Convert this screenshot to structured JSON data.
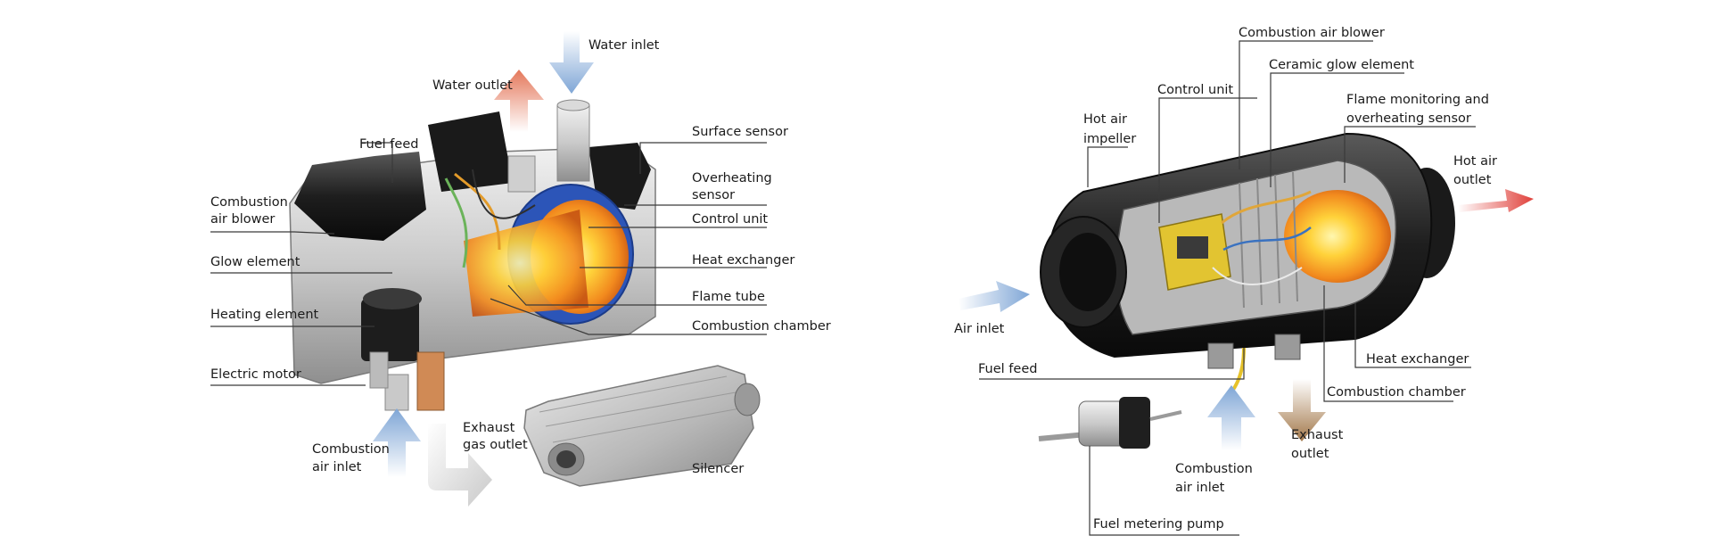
{
  "left_diagram": {
    "labels": {
      "water_inlet": "Water inlet",
      "water_outlet": "Water outlet",
      "fuel_feed": "Fuel feed",
      "surface_sensor": "Surface sensor",
      "overheating_sensor_1": "Overheating",
      "overheating_sensor_2": "sensor",
      "combustion_air_blower_1": "Combustion",
      "combustion_air_blower_2": "air blower",
      "control_unit": "Control unit",
      "glow_element": "Glow element",
      "heat_exchanger": "Heat exchanger",
      "flame_tube": "Flame tube",
      "heating_element": "Heating element",
      "combustion_chamber": "Combustion chamber",
      "electric_motor": "Electric motor",
      "exhaust_gas_outlet_1": "Exhaust",
      "exhaust_gas_outlet_2": "gas outlet",
      "combustion_air_inlet_1": "Combustion",
      "combustion_air_inlet_2": "air inlet",
      "silencer": "Silencer"
    }
  },
  "right_diagram": {
    "labels": {
      "combustion_air_blower": "Combustion air blower",
      "ceramic_glow_element": "Ceramic glow element",
      "control_unit": "Control unit",
      "flame_monitoring_1": "Flame monitoring and",
      "flame_monitoring_2": "overheating sensor",
      "hot_air_impeller_1": "Hot air",
      "hot_air_impeller_2": "impeller",
      "hot_air_outlet_1": "Hot air",
      "hot_air_outlet_2": "outlet",
      "air_inlet": "Air inlet",
      "heat_exchanger": "Heat exchanger",
      "fuel_feed": "Fuel feed",
      "combustion_chamber": "Combustion chamber",
      "exhaust_outlet_1": "Exhaust",
      "exhaust_outlet_2": "outlet",
      "combustion_air_inlet_1": "Combustion",
      "combustion_air_inlet_2": "air inlet",
      "fuel_metering_pump": "Fuel metering pump"
    }
  }
}
